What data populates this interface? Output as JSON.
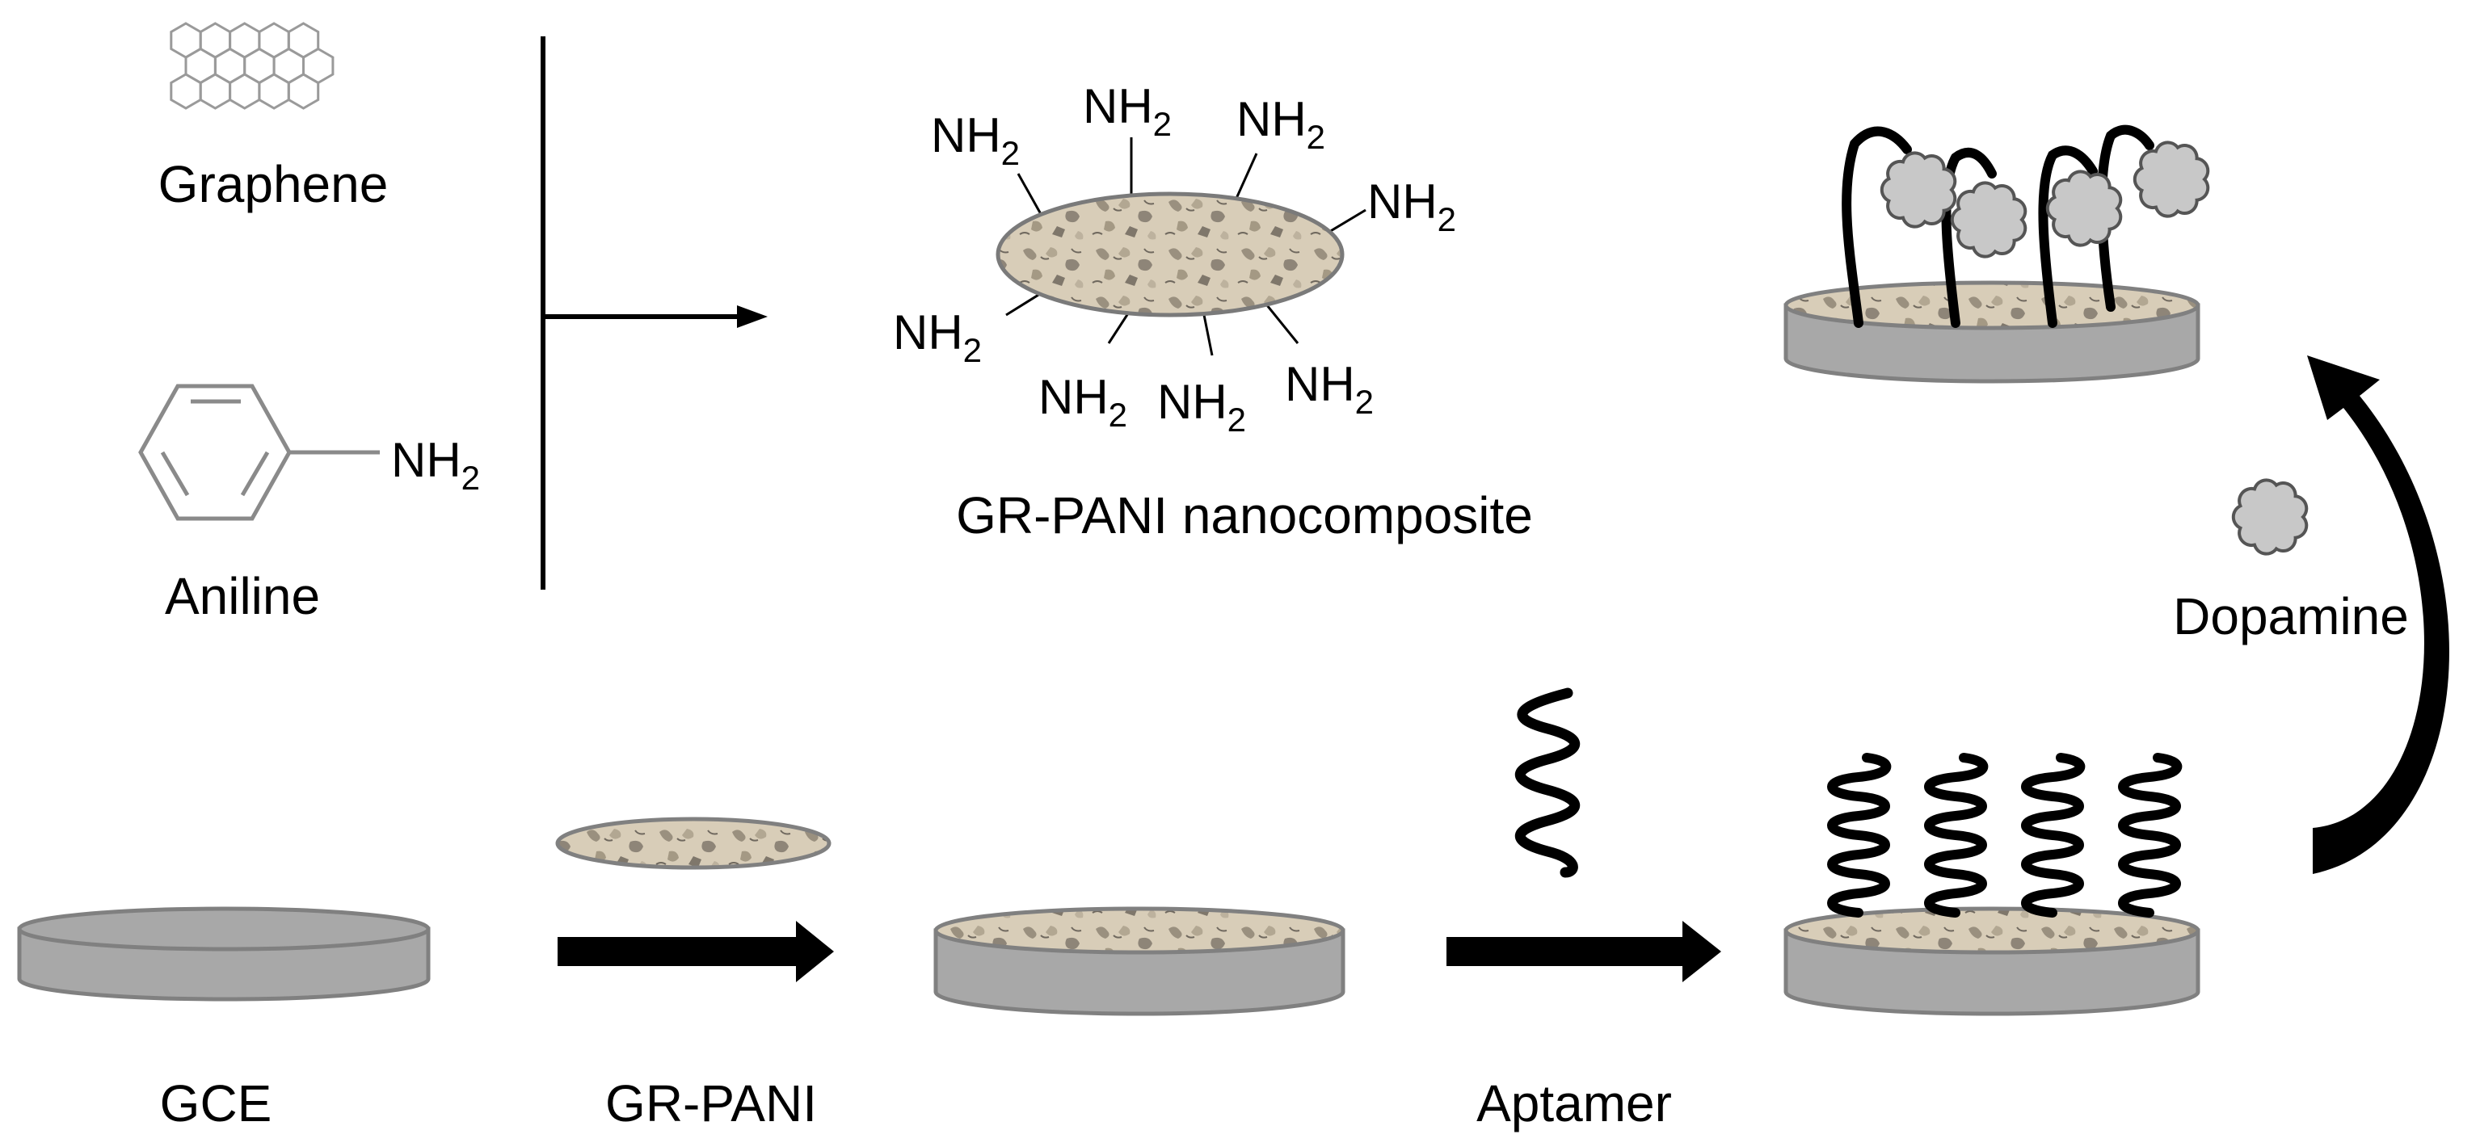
{
  "labels": {
    "graphene": "Graphene",
    "aniline": "Aniline",
    "aniline_group": "NH",
    "aniline_group_sub": "2",
    "nanocomposite": "GR-PANI nanocomposite",
    "gce": "GCE",
    "gr_pani": "GR-PANI",
    "aptamer": "Aptamer",
    "dopamine": "Dopamine"
  },
  "amine": {
    "main": "NH",
    "sub": "2"
  },
  "colors": {
    "electrode_body": "#a8a8a8",
    "electrode_edge": "#808080",
    "composite_fill": "#d6cbb6",
    "composite_texture": "#8e8578",
    "dopamine_fill": "#c8c8c8",
    "strand": "#000000"
  }
}
